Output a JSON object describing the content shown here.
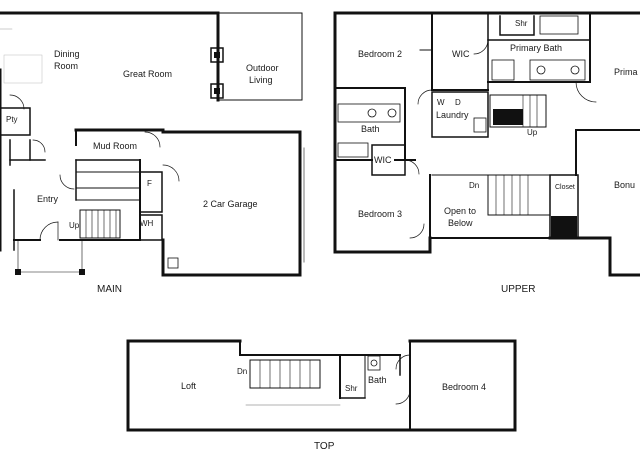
{
  "floors": {
    "main": "MAIN",
    "upper": "UPPER",
    "top": "TOP"
  },
  "main_rooms": {
    "dining_room_1": "Dining",
    "dining_room_2": "Room",
    "great_room": "Great Room",
    "outdoor_living_1": "Outdoor",
    "outdoor_living_2": "Living",
    "pantry": "Pty",
    "mud_room": "Mud Room",
    "entry": "Entry",
    "stairs_up": "Up",
    "furnace": "F",
    "water_heater": "WH",
    "garage": "2 Car Garage"
  },
  "upper_rooms": {
    "bedroom_2": "Bedroom 2",
    "wic_primary": "WIC",
    "shower": "Shr",
    "primary_bath": "Primary Bath",
    "primary_bedroom_partial": "Prima",
    "washer": "W",
    "dryer": "D",
    "laundry": "Laundry",
    "bath": "Bath",
    "stairs_up": "Up",
    "wic": "WIC",
    "stairs_down": "Dn",
    "closet": "Closet",
    "bonus_partial": "Bonu",
    "bedroom_3": "Bedroom 3",
    "open_to_below_1": "Open to",
    "open_to_below_2": "Below"
  },
  "top_rooms": {
    "loft": "Loft",
    "stairs_down": "Dn",
    "shower": "Shr",
    "bath": "Bath",
    "bedroom_4": "Bedroom 4"
  }
}
